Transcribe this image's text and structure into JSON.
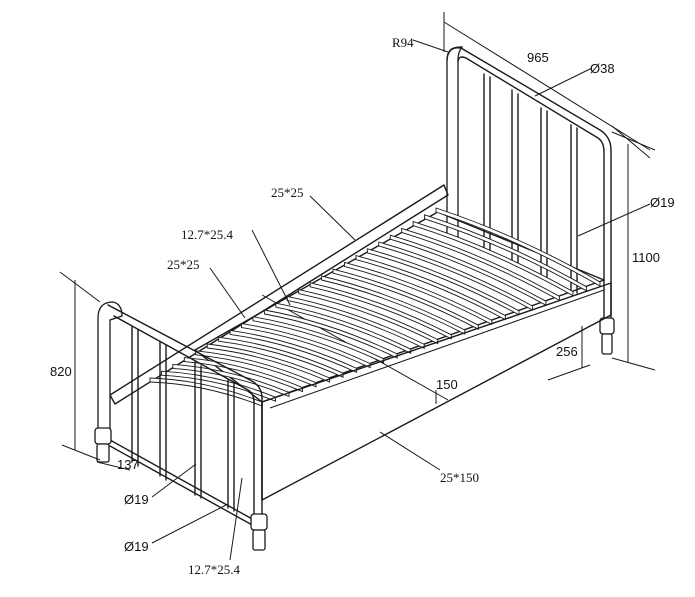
{
  "dimensions": {
    "radius": "R94",
    "width": "965",
    "top_pipe_diameter": "Ø38",
    "side_pipe_diameter": "Ø19",
    "headboard_height": "1100",
    "leg_height": "256",
    "footboard_height": "820",
    "foot_leg_height": "137",
    "footboard_bar_diameter_1": "Ø19",
    "footboard_bar_diameter_2": "Ø19",
    "footboard_flat_bar": "12.7*25.4",
    "side_rail_top": "25*25",
    "center_rail": "12.7*25.4",
    "side_rail_left": "25*25",
    "side_panel_height": "150",
    "side_panel_section": "25*150"
  }
}
